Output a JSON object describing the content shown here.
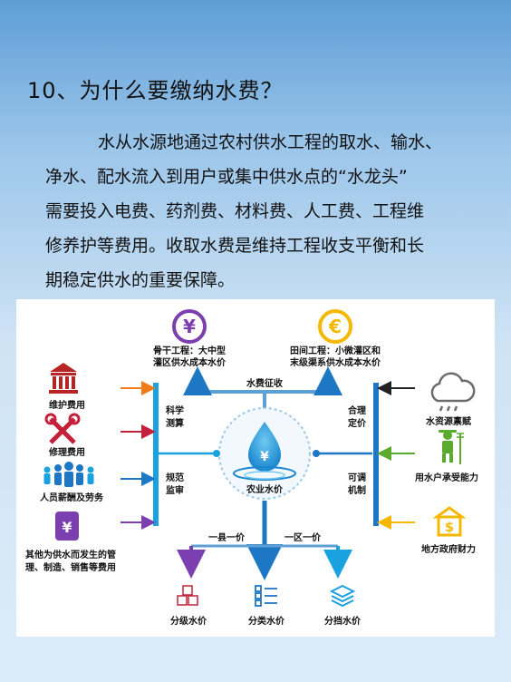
{
  "title": "10、为什么要缴纳水费？",
  "paragraph": {
    "line1": "水从水源地通过农村供水工程的取水、输水、",
    "line2": "净水、配水流入到用户或集中供水点的“水龙头”",
    "line3": "需要投入电费、药剂费、材料费、人工费、工程维",
    "line4": "修养护等费用。收取水费是维持工程收支平衡和长",
    "line5": "期稳定供水的重要保障。"
  },
  "diagram": {
    "top_left_label": "骨干工程：大中型灌区供水成本水价",
    "top_left_l1": "骨干工程：大中型",
    "top_left_l2": "灌区供水成本水价",
    "top_right_l1": "田间工程：小微灌区和",
    "top_right_l2": "末级渠系供水成本水价",
    "top_center": "水费征收",
    "center": "农业水价",
    "left_mid_top": [
      "科学",
      "测算"
    ],
    "left_mid_bottom": [
      "规范",
      "监审"
    ],
    "right_mid_top": [
      "合理",
      "定价"
    ],
    "right_mid_bottom": [
      "可调",
      "机制"
    ],
    "left_inputs": [
      "维护费用",
      "修理费用",
      "人员薪酬及劳务"
    ],
    "left_input_last_l1": "其他为供水而发生的管",
    "left_input_last_l2": "理、制造、销售等费用",
    "right_inputs": [
      "水资源禀赋",
      "用水户承受能力",
      "地方政府财力"
    ],
    "bottom_left_branch": "一县一价",
    "bottom_right_branch": "一区一价",
    "bottom_outputs": [
      "分级水价",
      "分类水价",
      "分挡水价"
    ],
    "yen_symbol": "¥",
    "euro_symbol": "€",
    "dollar_symbol": "$",
    "colors": {
      "blue": "#1e77c4",
      "light_blue": "#1aa1e0",
      "purple": "#7b3fb0",
      "yellow": "#f5b800",
      "red": "#b82424",
      "orange": "#f07b1a",
      "green": "#5aab2d",
      "grey": "#6c6c6c"
    }
  }
}
